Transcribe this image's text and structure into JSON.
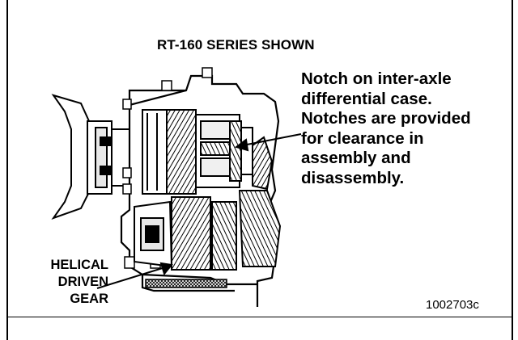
{
  "figure": {
    "title": "RT-160 SERIES SHOWN",
    "callout_lines": [
      "Notch on inter-axle",
      "differential case.",
      "Notches are provided",
      "for clearance in",
      "assembly and",
      "disassembly."
    ],
    "part_label_lines": [
      "HELICAL",
      "DRIVEN",
      "GEAR"
    ],
    "figure_id": "1002703c"
  }
}
